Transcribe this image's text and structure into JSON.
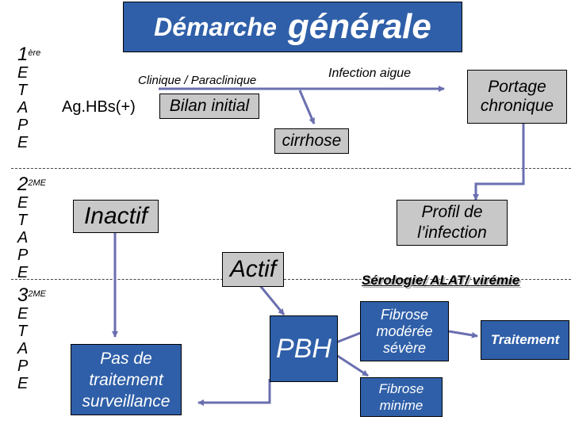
{
  "title": {
    "word1": "Démarche",
    "word2": "générale"
  },
  "stages": [
    {
      "num": "1",
      "sup": "ère",
      "letters": [
        "E",
        "T",
        "A",
        "P",
        "E"
      ]
    },
    {
      "num": "2",
      "sup": "2ME",
      "letters": [
        "E",
        "T",
        "A",
        "P",
        "E"
      ]
    },
    {
      "num": "3",
      "sup": "2ME",
      "letters": [
        "E",
        "T",
        "A",
        "P",
        "E"
      ]
    }
  ],
  "nodes": {
    "clinique": "Clinique / Paraclinique",
    "infection_aigue": "Infection aigue",
    "aghbs": "Ag.HBs(+)",
    "bilan": "Bilan initial",
    "portage": "Portage chronique",
    "cirrhose": "cirrhose",
    "inactif": "Inactif",
    "profil": "Profil de l’infection",
    "actif": "Actif",
    "serologie": "Sérologie/ ALAT/ virémie",
    "pas_traitement": "Pas de traitement surveillance",
    "pbh": "PBH",
    "fibrose_moderee": "Fibrose modérée sévère",
    "fibrose_minime": "Fibrose minime",
    "traitement": "Traitement"
  },
  "colors": {
    "blue": "#2f5fa8",
    "grey": "#c8c8c8",
    "arrow": "#6a6fb0"
  }
}
